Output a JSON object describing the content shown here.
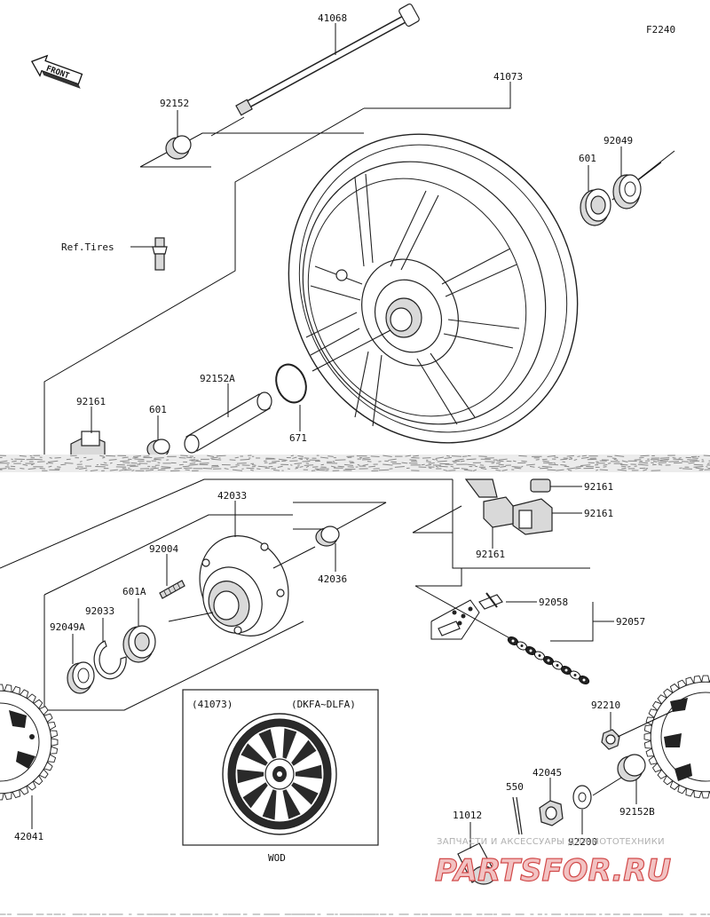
{
  "diagram_code": "F2240",
  "front_label": "FRONT",
  "parts": {
    "axle": "41068",
    "wheel": "41073",
    "collar_left": "92152",
    "bearing_right": "601",
    "seal_right": "92049",
    "valve": "Ref.Tires",
    "collar_long": "92152A",
    "o_ring": "671",
    "block_left": "92161",
    "bearing_left": "601",
    "block_r1": "92161",
    "block_r2": "92161",
    "block_r3": "92161",
    "coupling": "42033",
    "collar_coupling": "42036",
    "stud": "92004",
    "bearing_coupling": "601A",
    "circlip": "92033",
    "seal_coupling": "92049A",
    "sprocket_left": "42041",
    "chain_link": "92058",
    "chain": "92057",
    "nut_sprocket": "92210",
    "collar_sprocket": "92152B",
    "cotter_pin": "550",
    "axle_nut": "42045",
    "washer": "92200",
    "cap": "11012"
  },
  "inset": {
    "ref": "(41073)",
    "model": "(DKFA~DLFA)",
    "color": "WOD"
  },
  "watermark": {
    "line1": "ЗАПЧАСТИ И АКСЕССУАРЫ ДЛЯ МОТОТЕХНИКИ",
    "line2": "PARTSFOR.RU"
  }
}
